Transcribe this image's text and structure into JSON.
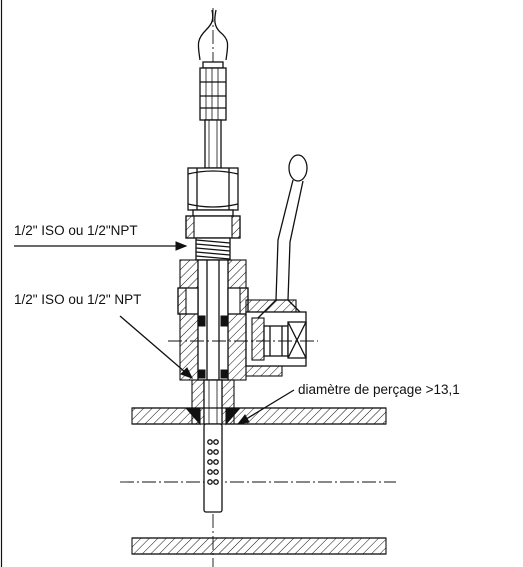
{
  "labels": {
    "thread_top": "1/2\" ISO ou 1/2\"NPT",
    "thread_mid": "1/2\" ISO ou 1/2\" NPT",
    "drill_diameter": "diamètre de perçage >13,1"
  }
}
